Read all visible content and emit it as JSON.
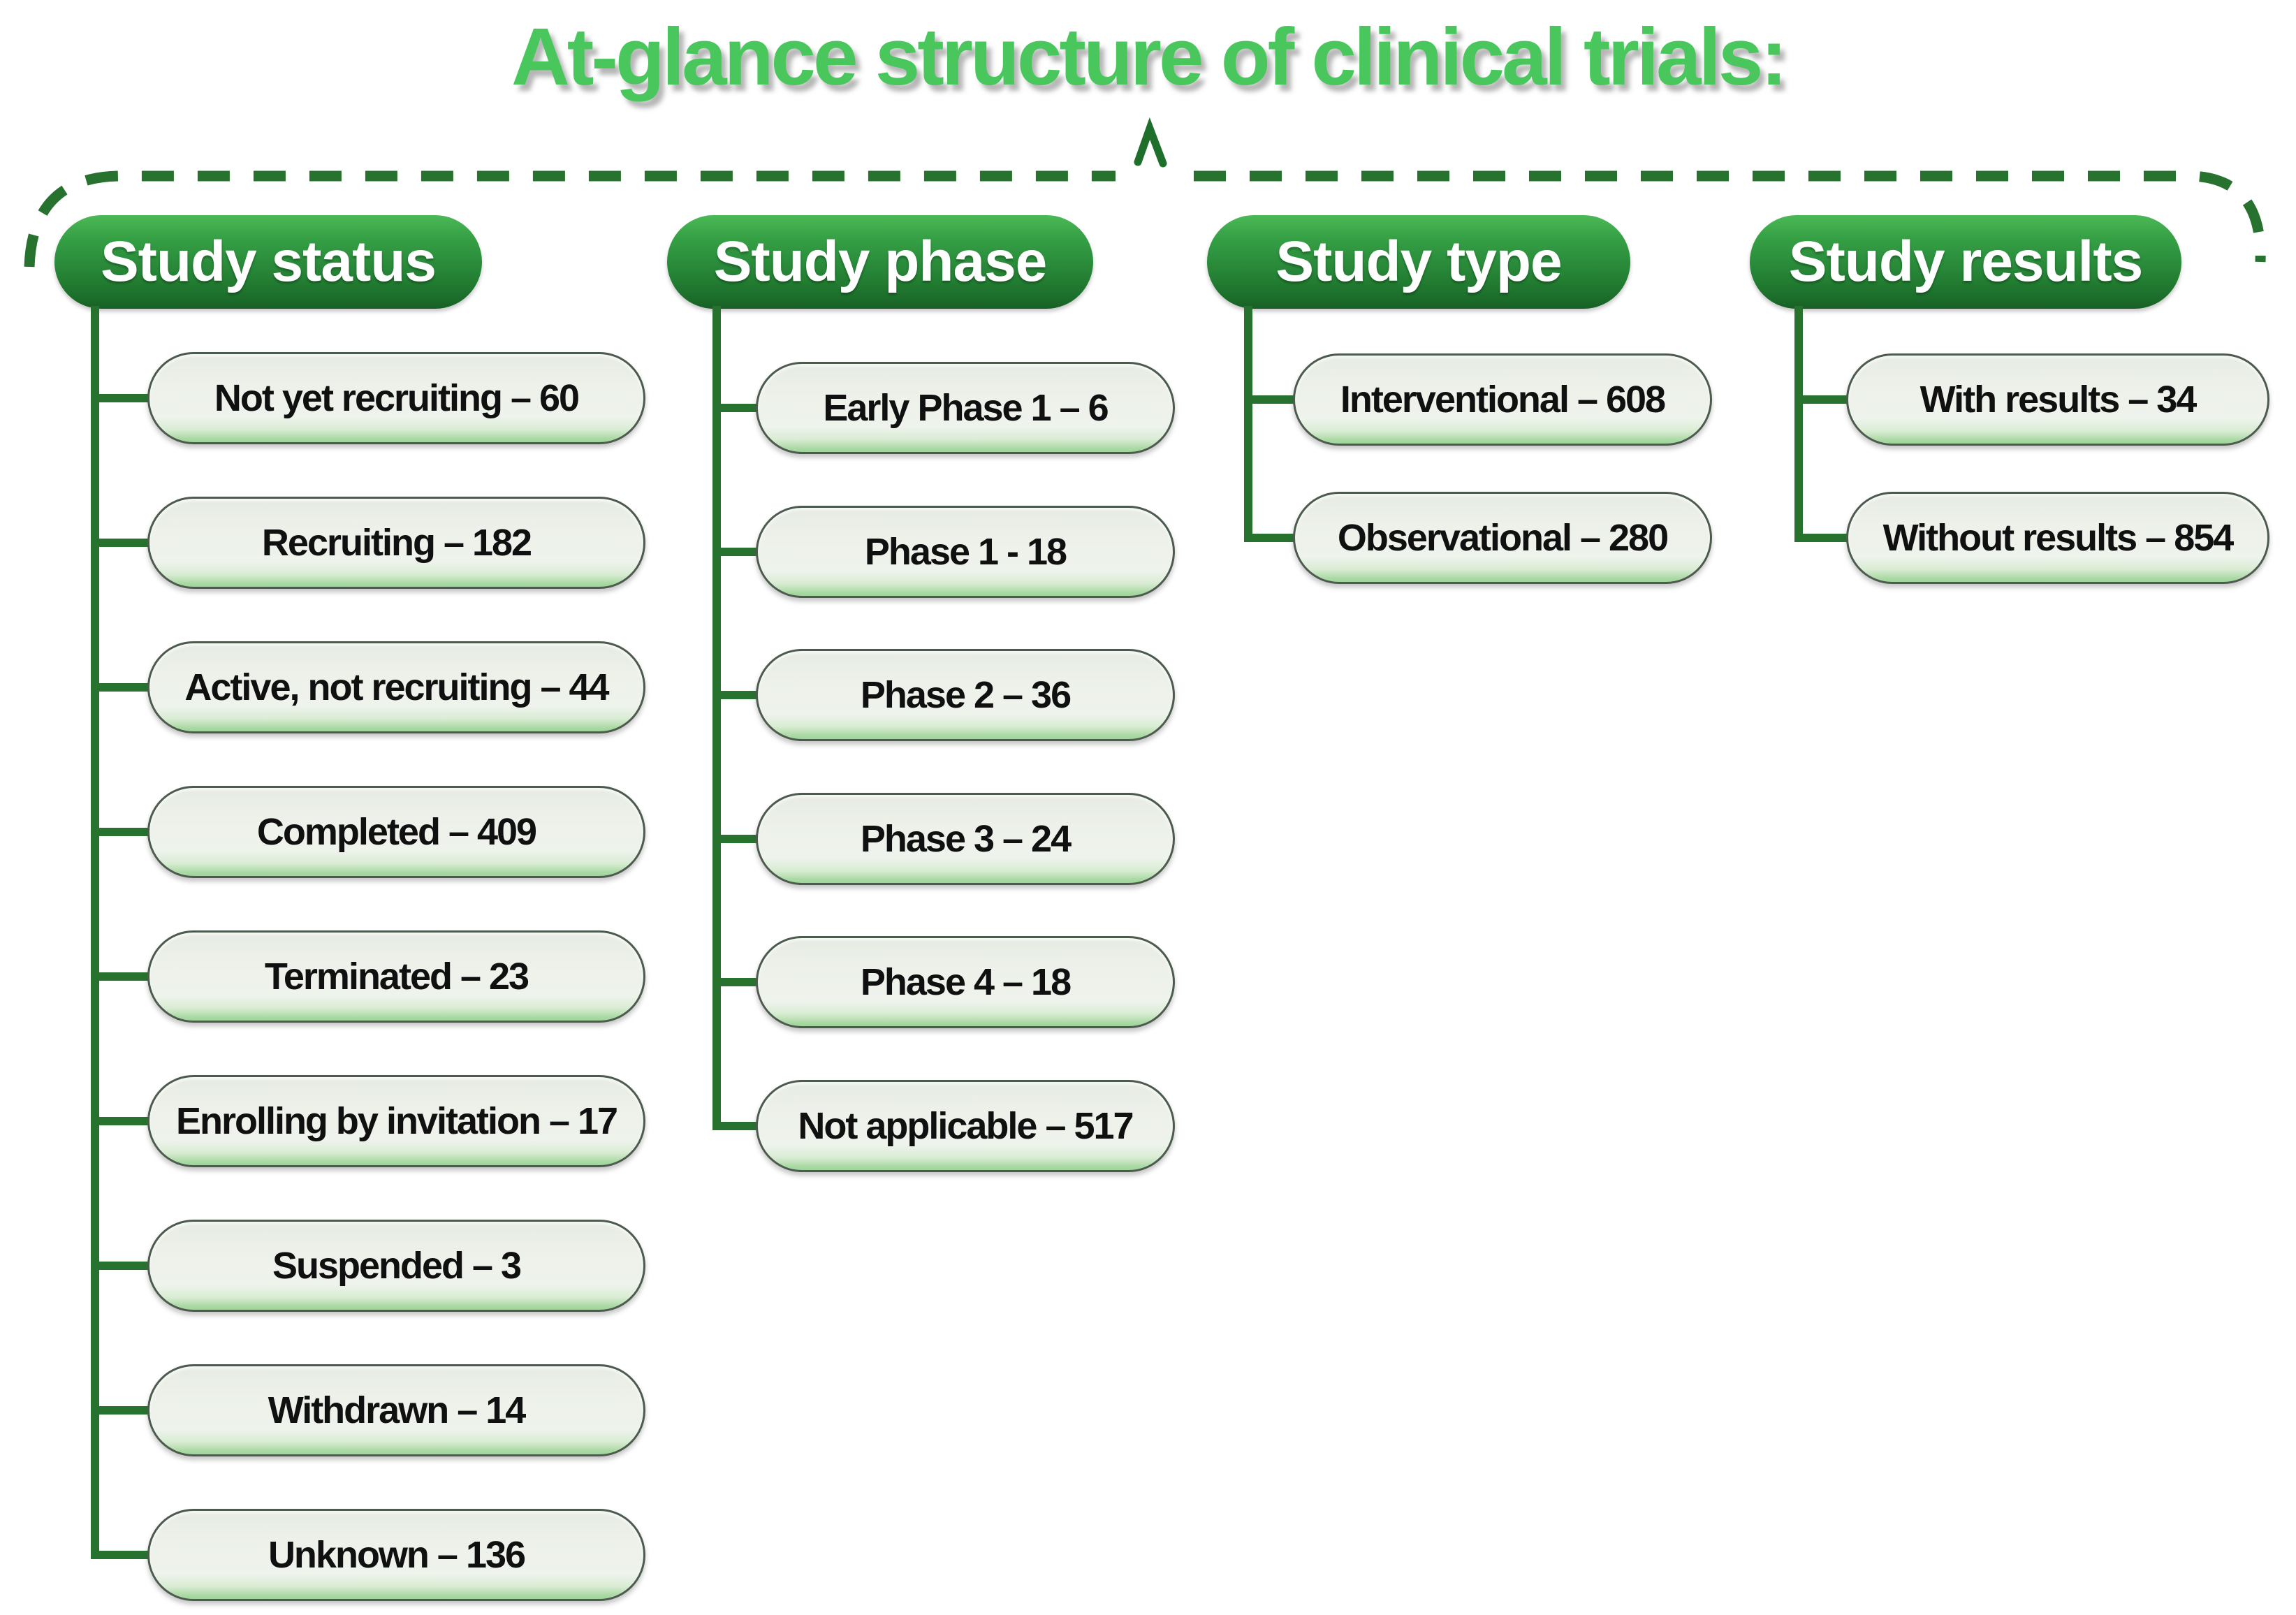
{
  "title": "At-glance structure of clinical trials:",
  "caret_icon": "chevron-up",
  "accent": {
    "title_green": "#49c75d",
    "header_gradient_top": "#4cb957",
    "header_gradient_bottom": "#175f25",
    "connector_line": "#27722f",
    "pill_fill": "#edf1ea",
    "pill_bottom_glow": "#9cd497",
    "pill_border": "#4d5a4e",
    "pill_text": "#101010",
    "header_text": "#ffffff"
  },
  "columns": [
    {
      "header": "Study status",
      "items": [
        {
          "text": "Not yet recruiting – 60",
          "label": "Not yet recruiting",
          "count": 60
        },
        {
          "text": "Recruiting – 182",
          "label": "Recruiting",
          "count": 182
        },
        {
          "text": "Active, not recruiting – 44",
          "label": "Active, not recruiting",
          "count": 44
        },
        {
          "text": "Completed – 409",
          "label": "Completed",
          "count": 409
        },
        {
          "text": "Terminated – 23",
          "label": "Terminated",
          "count": 23
        },
        {
          "text": "Enrolling by invitation – 17",
          "label": "Enrolling by invitation",
          "count": 17
        },
        {
          "text": "Suspended – 3",
          "label": "Suspended",
          "count": 3
        },
        {
          "text": "Withdrawn – 14",
          "label": "Withdrawn",
          "count": 14
        },
        {
          "text": "Unknown – 136",
          "label": "Unknown",
          "count": 136
        }
      ]
    },
    {
      "header": "Study phase",
      "items": [
        {
          "text": "Early Phase 1 – 6",
          "label": "Early Phase 1",
          "count": 6
        },
        {
          "text": "Phase 1 - 18",
          "label": "Phase 1",
          "count": 18
        },
        {
          "text": "Phase 2 – 36",
          "label": "Phase 2",
          "count": 36
        },
        {
          "text": "Phase 3 – 24",
          "label": "Phase 3",
          "count": 24
        },
        {
          "text": "Phase 4 – 18",
          "label": "Phase 4",
          "count": 18
        },
        {
          "text": "Not applicable – 517",
          "label": "Not applicable",
          "count": 517
        }
      ]
    },
    {
      "header": "Study type",
      "items": [
        {
          "text": "Interventional – 608",
          "label": "Interventional",
          "count": 608
        },
        {
          "text": "Observational – 280",
          "label": "Observational",
          "count": 280
        }
      ]
    },
    {
      "header": "Study results",
      "items": [
        {
          "text": "With results – 34",
          "label": "With results",
          "count": 34
        },
        {
          "text": "Without results – 854",
          "label": "Without results",
          "count": 854
        }
      ]
    }
  ]
}
